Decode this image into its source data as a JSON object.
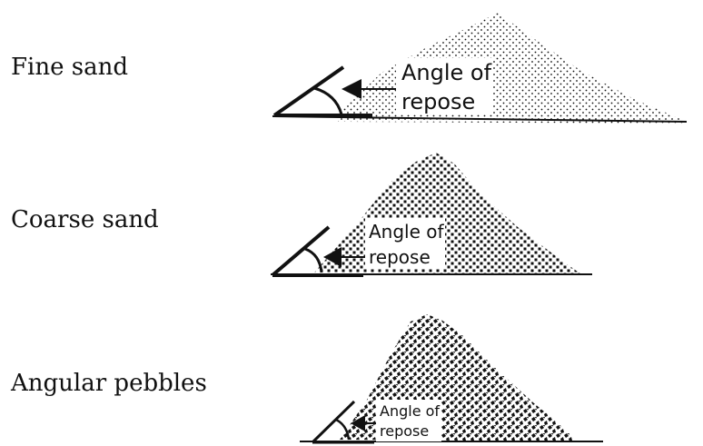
{
  "colors": {
    "ink": "#111111",
    "background": "#ffffff"
  },
  "piles": [
    {
      "label": "Fine sand",
      "texture": "fine dots",
      "angle_label_line1": "Angle of",
      "angle_label_line2": "repose"
    },
    {
      "label": "Coarse sand",
      "texture": "coarse dots",
      "angle_label_line1": "Angle of",
      "angle_label_line2": "repose"
    },
    {
      "label": "Angular pebbles",
      "texture": "angular pebbles",
      "angle_label_line1": "Angle of",
      "angle_label_line2": "repose"
    }
  ]
}
